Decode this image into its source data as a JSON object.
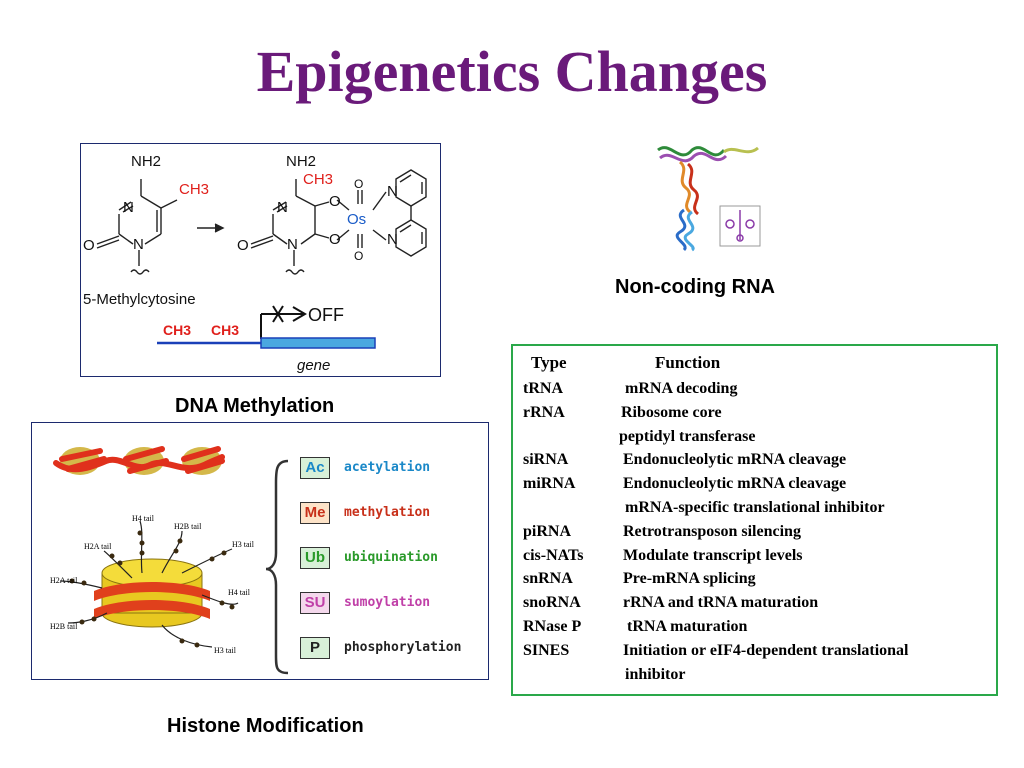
{
  "title": "Epigenetics  Changes",
  "dna_methylation": {
    "caption": "DNA Methylation",
    "atoms": {
      "nh2": "NH2",
      "ch3": "CH3",
      "n": "N",
      "o": "O",
      "os": "Os"
    },
    "compound_label": "5-Methylcytosine",
    "off_label": "OFF",
    "ch3_marks": [
      "CH3",
      "CH3"
    ],
    "gene_label": "gene",
    "colors": {
      "methyl": "#e0201c",
      "osmium": "#1a5cc8",
      "gene": "#4aa8e0"
    }
  },
  "noncoding_rna": {
    "caption": "Non-coding RNA"
  },
  "histone": {
    "caption": "Histone Modification",
    "tail_labels": [
      "H4 tail",
      "H2B tail",
      "H2A tail",
      "H3 tail",
      "H2A tail",
      "H4 tail",
      "H2B tail",
      "H3 tail"
    ],
    "modifications": [
      {
        "abbr": "Ac",
        "name": "acetylation",
        "color": "#1a88c8",
        "fill": "#d8f0d8"
      },
      {
        "abbr": "Me",
        "name": "methylation",
        "color": "#c8301a",
        "fill": "#fde3c8"
      },
      {
        "abbr": "Ub",
        "name": "ubiquination",
        "color": "#2a9a2a",
        "fill": "#d8f0d8"
      },
      {
        "abbr": "SU",
        "name": "sumoylation",
        "color": "#c040a8",
        "fill": "#f4d8ec"
      },
      {
        "abbr": "P",
        "name": "phosphorylation",
        "color": "#222222",
        "fill": "#d8f0d8"
      }
    ]
  },
  "rna_table": {
    "header_type": "Type",
    "header_function": "Function",
    "rows": [
      {
        "type": "tRNA",
        "function": "mRNA decoding"
      },
      {
        "type": "rRNA",
        "function": "Ribosome core"
      },
      {
        "type": "",
        "function": "peptidyl transferase"
      },
      {
        "type": "siRNA",
        "function": "Endonucleolytic mRNA cleavage"
      },
      {
        "type": "miRNA",
        "function": "Endonucleolytic mRNA cleavage"
      },
      {
        "type": "",
        "function": "mRNA-specific translational inhibitor"
      },
      {
        "type": "piRNA",
        "function": "Retrotransposon silencing"
      },
      {
        "type": "cis-NATs",
        "function": "Modulate transcript levels"
      },
      {
        "type": "snRNA",
        "function": "Pre-mRNA splicing"
      },
      {
        "type": "snoRNA",
        "function": "rRNA and tRNA maturation"
      },
      {
        "type": "RNase P",
        "function": "tRNA maturation"
      },
      {
        "type": "SINES",
        "function": "Initiation or eIF4-dependent translational"
      },
      {
        "type": "",
        "function": "inhibitor"
      }
    ]
  }
}
